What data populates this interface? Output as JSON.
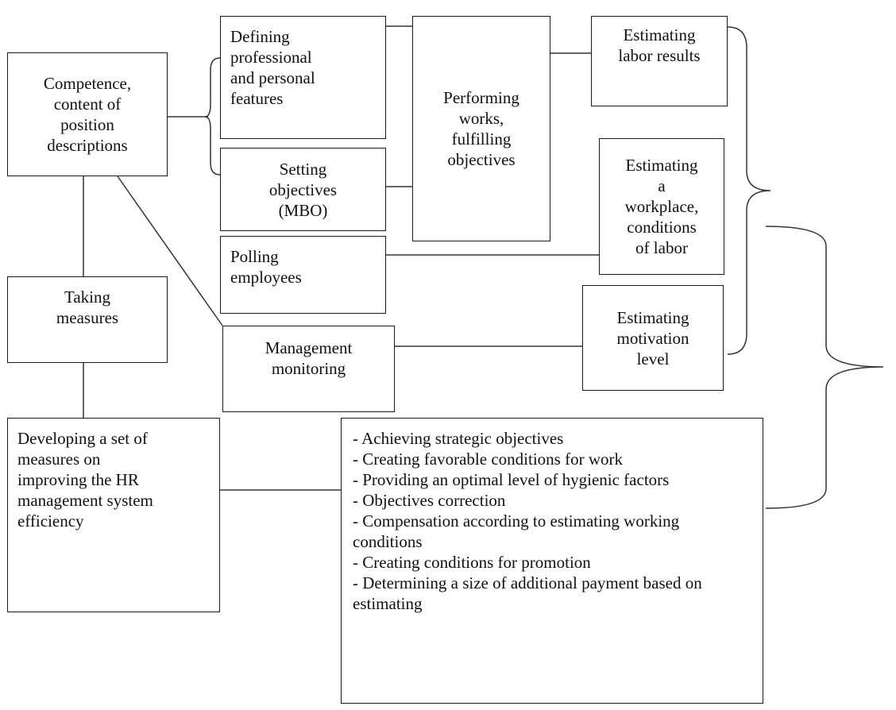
{
  "boxes": {
    "competence": "Competence,\ncontent of\nposition\ndescriptions",
    "defining": "Defining\nprofessional\nand personal\nfeatures",
    "setting": "Setting\nobjectives\n(MBO)",
    "performing": "Performing\nworks,\nfulfilling\nobjectives",
    "estimating_labor_results": "Estimating\nlabor results",
    "estimating_workplace": "Estimating\na\nworkplace,\nconditions\nof labor",
    "polling": "Polling\nemployees",
    "taking_measures": "Taking\nmeasures",
    "management_monitoring": "Management\nmonitoring",
    "estimating_motivation": "Estimating\nmotivation\nlevel",
    "developing": "Developing a set of\nmeasures on\nimproving the HR\nmanagement system\nefficiency"
  },
  "measures": [
    "- Achieving strategic objectives",
    "- Creating favorable conditions for work",
    "- Providing an optimal level of hygienic factors",
    "- Objectives correction",
    "- Compensation according to estimating working conditions",
    "- Creating conditions for promotion",
    "- Determining a size of additional payment based on estimating"
  ]
}
